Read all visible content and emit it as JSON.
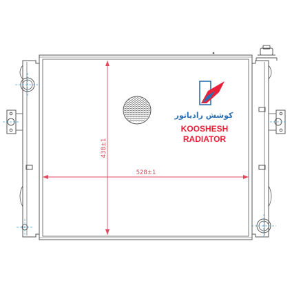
{
  "dimensions": {
    "height_label": "438±1",
    "width_label": "528±1"
  },
  "logo": {
    "persian_text": "کوشش رادیاتور",
    "line1": "KOOSHESH",
    "line2": "RADIATOR",
    "blue": "#2c6fb0",
    "red": "#e8203a"
  },
  "colors": {
    "outline": "#555555",
    "dimension": "#e04a5f",
    "center_line": "#4aa6d8"
  },
  "icons": {
    "fan_grille": "fan-grille-icon",
    "filler_cap": "radiator-cap-icon"
  }
}
